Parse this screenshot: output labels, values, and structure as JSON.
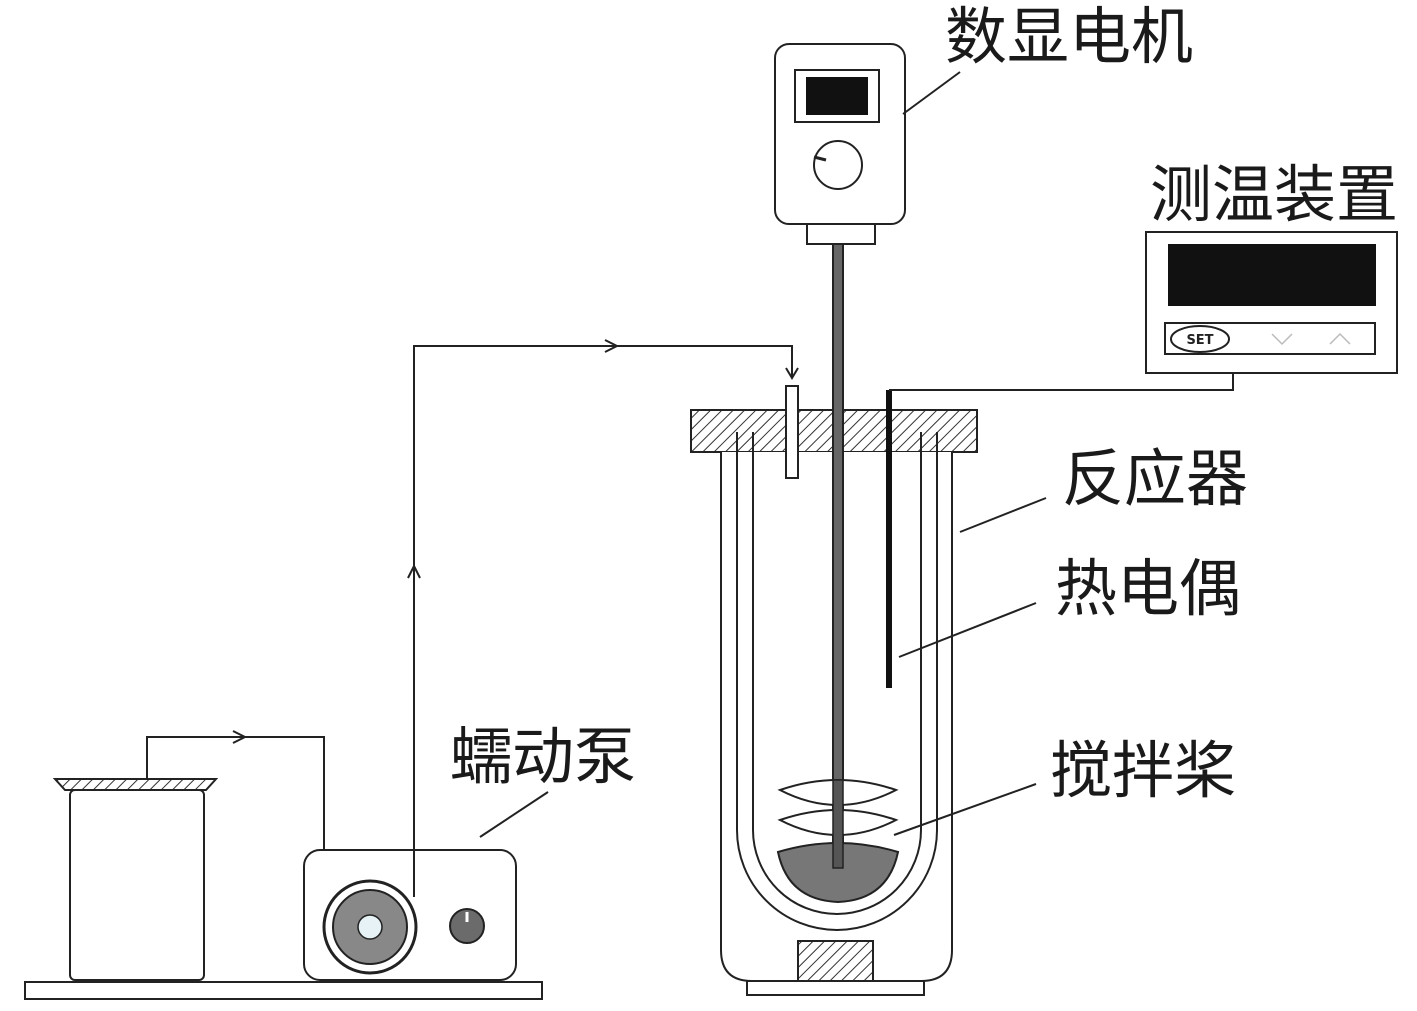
{
  "labels": {
    "digital_motor": "数显电机",
    "thermometer": "测温装置",
    "reactor": "反应器",
    "thermocouple": "热电偶",
    "stirrer": "搅拌桨",
    "peristaltic_pump": "蠕动泵"
  },
  "thermometer_panel": {
    "set_button": "SET"
  },
  "colors": {
    "line": "#222222",
    "display": "#111111",
    "liquid": "#777777",
    "roller_outer": "#888888",
    "knob": "#6b6b6b"
  }
}
